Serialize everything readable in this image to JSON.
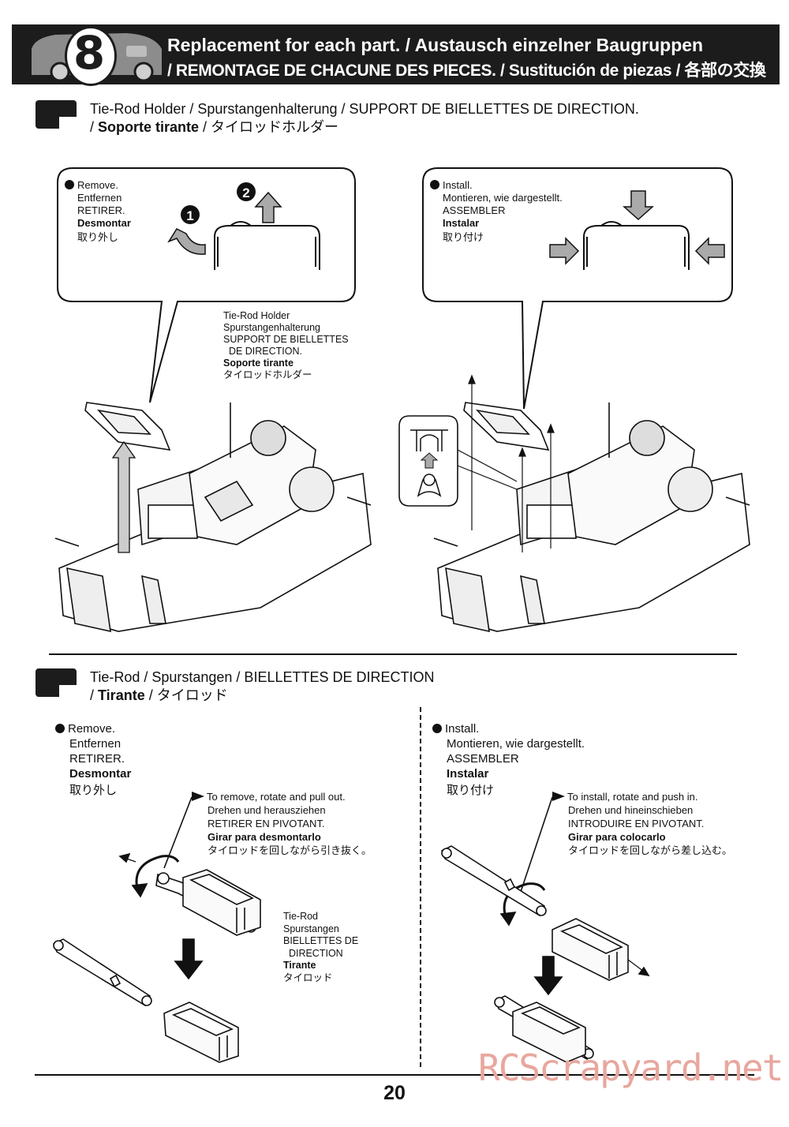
{
  "header": {
    "step": "8",
    "title_line1": "Replacement for each part. / Austausch einzelner Baugruppen",
    "title_line2": "/ REMONTAGE DE CHACUNE DES PIECES. / Sustitución de piezas / 各部の交換"
  },
  "section1": {
    "title_line1": "Tie-Rod Holder / Spurstangenhalterung / SUPPORT DE BIELLETTES DE DIRECTION.",
    "title_line2_prefix": "/ ",
    "title_line2_bold": "Soporte tirante",
    "title_line2_suffix": " / タイロッドホルダー",
    "remove_box": {
      "lines": [
        "Remove.",
        "Entfernen",
        "RETIRER."
      ],
      "bold": "Desmontar",
      "jp": "取り外し",
      "step1": "1",
      "step2": "2"
    },
    "install_box": {
      "lines": [
        "Install.",
        "Montieren, wie dargestellt.",
        "ASSEMBLER"
      ],
      "bold": "Instalar",
      "jp": "取り付け"
    },
    "part_label": {
      "lines": [
        "Tie-Rod Holder",
        "Spurstangenhalterung",
        "SUPPORT DE BIELLETTES",
        "  DE DIRECTION."
      ],
      "bold": "Soporte tirante",
      "jp": "タイロッドホルダー"
    }
  },
  "section2": {
    "title_line1": "Tie-Rod / Spurstangen / BIELLETTES DE DIRECTION",
    "title_line2_prefix": "/ ",
    "title_line2_bold": "Tirante",
    "title_line2_suffix": " / タイロッド",
    "remove": {
      "lines": [
        "Remove.",
        "Entfernen",
        "RETIRER."
      ],
      "bold": "Desmontar",
      "jp": "取り外し"
    },
    "install": {
      "lines": [
        "Install.",
        "Montieren, wie dargestellt.",
        "ASSEMBLER"
      ],
      "bold": "Instalar",
      "jp": "取り付け"
    },
    "remove_note": {
      "lines": [
        "To remove, rotate and pull out.",
        "Drehen und herausziehen",
        "RETIRER EN PIVOTANT."
      ],
      "bold": "Girar para desmontarlo",
      "jp": "タイロッドを回しながら引き抜く。"
    },
    "install_note": {
      "lines": [
        "To install, rotate and push in.",
        "Drehen und hineinschieben",
        "INTRODUIRE EN PIVOTANT."
      ],
      "bold": "Girar para colocarlo",
      "jp": "タイロッドを回しながら差し込む。"
    },
    "part_label": {
      "lines": [
        "Tie-Rod",
        "Spurstangen",
        "BIELLETTES DE",
        "  DIRECTION"
      ],
      "bold": "Tirante",
      "jp": "タイロッド"
    }
  },
  "footer": {
    "page": "20",
    "watermark": "RCScrapyard.net"
  }
}
